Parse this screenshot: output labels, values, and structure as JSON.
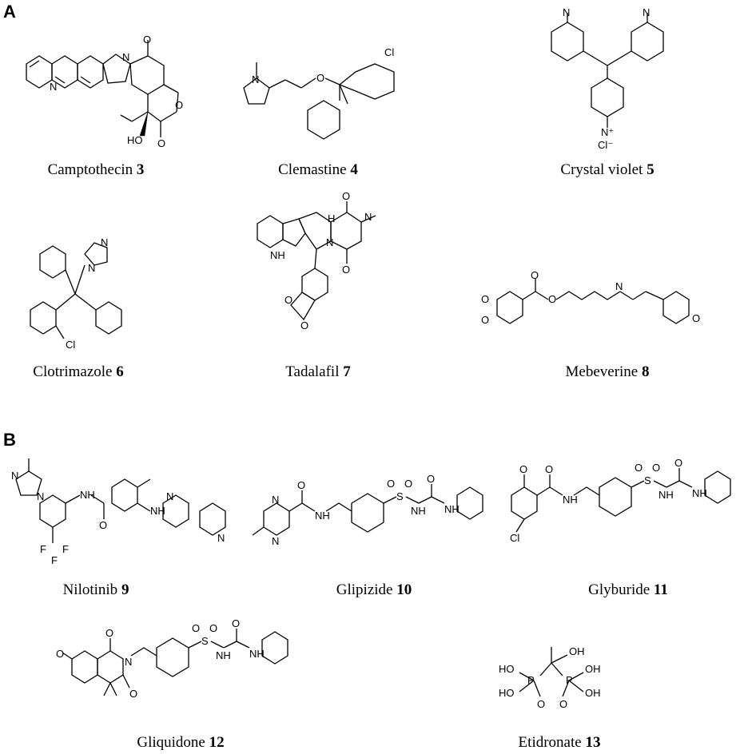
{
  "panels": [
    {
      "letter": "A",
      "compounds": [
        {
          "name": "Camptothecin",
          "number": "3"
        },
        {
          "name": "Clemastine",
          "number": "4"
        },
        {
          "name": "Crystal violet",
          "number": "5"
        },
        {
          "name": "Clotrimazole",
          "number": "6"
        },
        {
          "name": "Tadalafil",
          "number": "7"
        },
        {
          "name": "Mebeverine",
          "number": "8"
        }
      ]
    },
    {
      "letter": "B",
      "compounds": [
        {
          "name": "Nilotinib",
          "number": "9"
        },
        {
          "name": "Glipizide",
          "number": "10"
        },
        {
          "name": "Glyburide",
          "number": "11"
        },
        {
          "name": "Gliquidone",
          "number": "12"
        },
        {
          "name": "Etidronate",
          "number": "13"
        }
      ]
    }
  ],
  "atom_labels": {
    "O": "O",
    "N": "N",
    "HO": "HO",
    "OH": "OH",
    "Cl": "Cl",
    "Cl_minus": "Cl⁻",
    "N_plus": "N⁺",
    "NH": "NH",
    "H": "H",
    "F": "F",
    "S": "S",
    "P": "P"
  }
}
